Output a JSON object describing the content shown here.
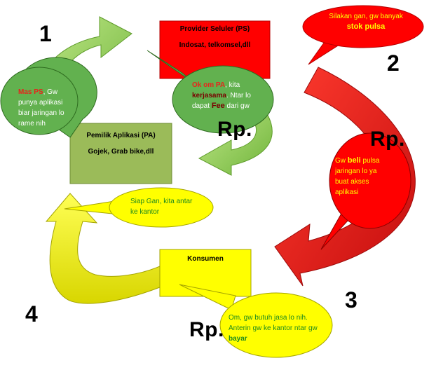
{
  "numbers": [
    "1",
    "2",
    "3",
    "4"
  ],
  "currency": "Rp.",
  "boxes": {
    "provider": {
      "title": "Provider Seluler (PS)",
      "subtitle": "Indosat, telkomsel,dll"
    },
    "pemilik": {
      "title": "Pemilik Aplikasi (PA)",
      "subtitle": "Gojek, Grab bike,dll"
    },
    "konsumen": {
      "title": "Konsumen"
    }
  },
  "bubbles": {
    "mas_ps": {
      "a": "Mas PS",
      "b": ", Gw punya aplikasi biar jaringan lo rame nih"
    },
    "ok_om": {
      "a": "Ok om PA",
      "b": ", kita ",
      "c": "kerjasama",
      "d": ". Ntar lo dapat ",
      "e": "Fee",
      "f": " dari gw"
    },
    "silakan": {
      "a": "Silakan gan, gw banyak ",
      "b": "stok pulsa"
    },
    "gw_beli": {
      "a": "Gw ",
      "b": "beli",
      "c": " pulsa jaringan lo ya buat akses aplikasi"
    },
    "siap_gan": {
      "a": "Siap Gan, kita antar ke kantor"
    },
    "om_gw": {
      "a": "Om, gw butuh jasa lo nih. Anterin gw ke kantor ntar gw ",
      "b": "bayar"
    }
  },
  "colors": {
    "green_arrow": "#8fce4a",
    "red": "#e8231b",
    "yellow": "#ffff00",
    "bubble_green": "#62b14f",
    "box_green": "#9bbb59"
  }
}
